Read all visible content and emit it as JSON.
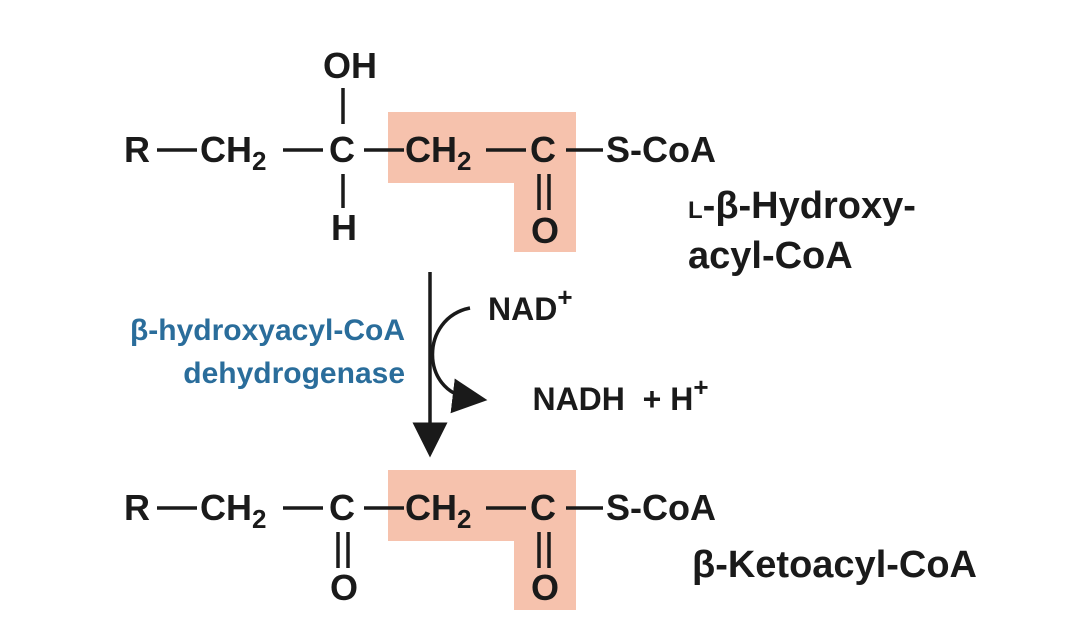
{
  "colors": {
    "highlight": "#f6c2ad",
    "enzyme": "#2a6d9b",
    "ink": "#1a1a1a"
  },
  "reactant": {
    "r": "R",
    "ch2_left": "CH",
    "sub2": "2",
    "c_alpha": "C",
    "oh": "OH",
    "h": "H",
    "ch2_mid": "CH",
    "c_carbonyl": "C",
    "o": "O",
    "scoa": "S-CoA",
    "name_prefix": "L",
    "name_line1": "-β-Hydroxy-",
    "name_line2": "acyl-CoA"
  },
  "enzyme": {
    "line1": "β-hydroxyacyl-CoA",
    "line2": "dehydrogenase"
  },
  "cofactors": {
    "in": "NAD",
    "in_sup": "+",
    "out": "NADH  + H",
    "out_sup": "+"
  },
  "product": {
    "r": "R",
    "ch2_left": "CH",
    "sub2": "2",
    "c_keto": "C",
    "o_keto": "O",
    "ch2_mid": "CH",
    "c_carbonyl": "C",
    "o": "O",
    "scoa": "S-CoA",
    "name": "β-Ketoacyl-CoA"
  }
}
